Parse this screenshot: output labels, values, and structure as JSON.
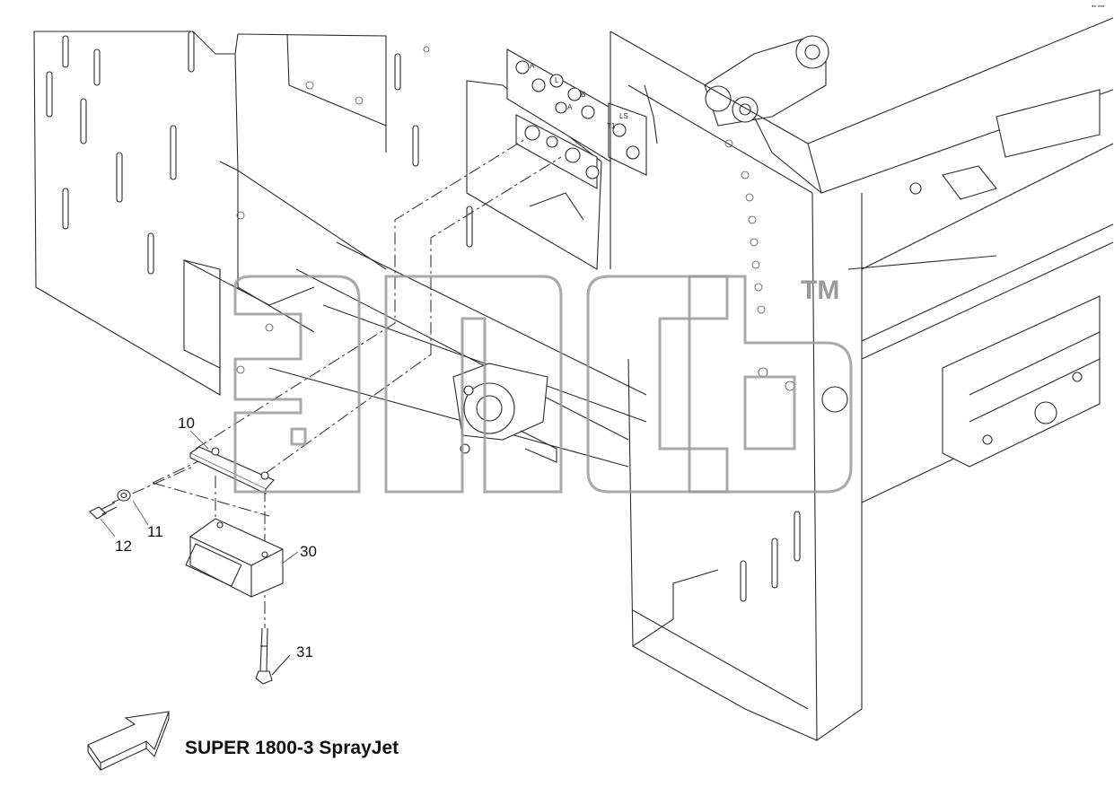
{
  "diagram": {
    "part_labels": [
      {
        "id": "10",
        "text": "10"
      },
      {
        "id": "11",
        "text": "11"
      },
      {
        "id": "12",
        "text": "12"
      },
      {
        "id": "30",
        "text": "30"
      },
      {
        "id": "31",
        "text": "31"
      }
    ],
    "panel_letters": [
      "A",
      "L",
      "B",
      "A",
      "T1",
      "LS"
    ],
    "watermark_mark": "TM",
    "caption": "SUPER 1800-3 SprayJet",
    "corner_tag": "▪▪ ▪▪▪",
    "direction_arrow_icon": "outline-arrow-icon"
  }
}
